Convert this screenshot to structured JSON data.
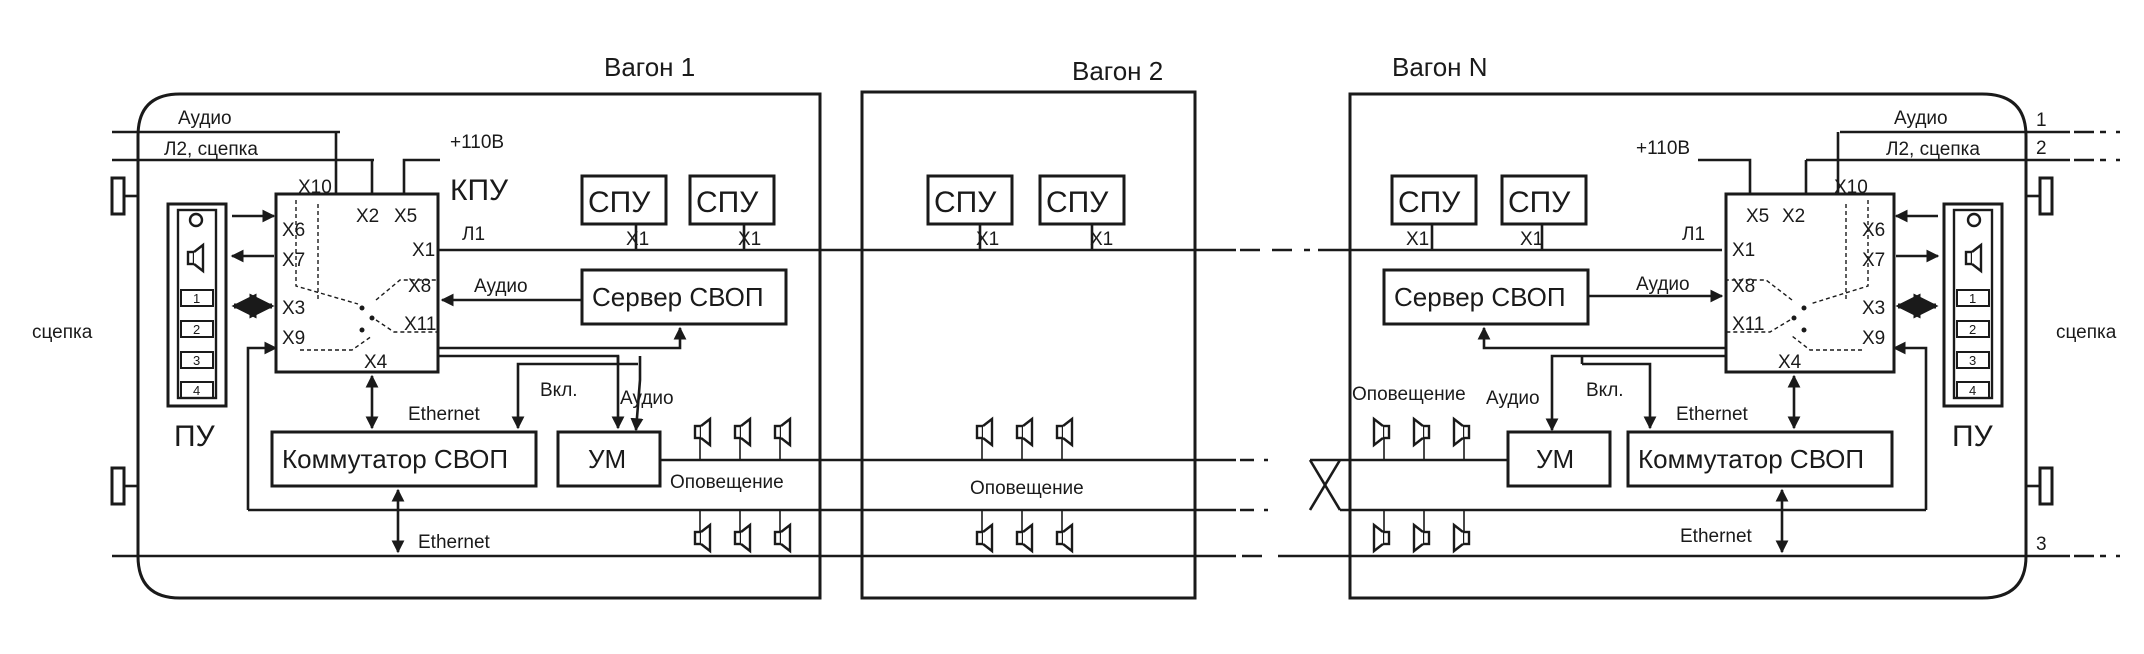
{
  "wagons": {
    "w1": "Вагон 1",
    "w2": "Вагон 2",
    "wn": "Вагон N"
  },
  "coupling": "сцепка",
  "lines": {
    "audio": "Аудио",
    "l2": "Л2, сцепка",
    "l1": "Л1",
    "n1": "1",
    "n2": "2",
    "n3": "3",
    "ethernet": "Ethernet",
    "announce": "Оповещение",
    "on": "Вкл.",
    "power": "+110В"
  },
  "blocks": {
    "kpu": "КПУ",
    "spu": "СПУ",
    "server": "Сервер СВОП",
    "switch": "Коммутатор СВОП",
    "amp": "УМ",
    "pu": "ПУ"
  },
  "ports": {
    "x1": "X1",
    "x2": "X2",
    "x3": "X3",
    "x4": "X4",
    "x5": "X5",
    "x6": "X6",
    "x7": "X7",
    "x8": "X8",
    "x9": "X9",
    "x10": "X10",
    "x11": "X11"
  },
  "panel_buttons": [
    "1",
    "2",
    "3",
    "4"
  ]
}
